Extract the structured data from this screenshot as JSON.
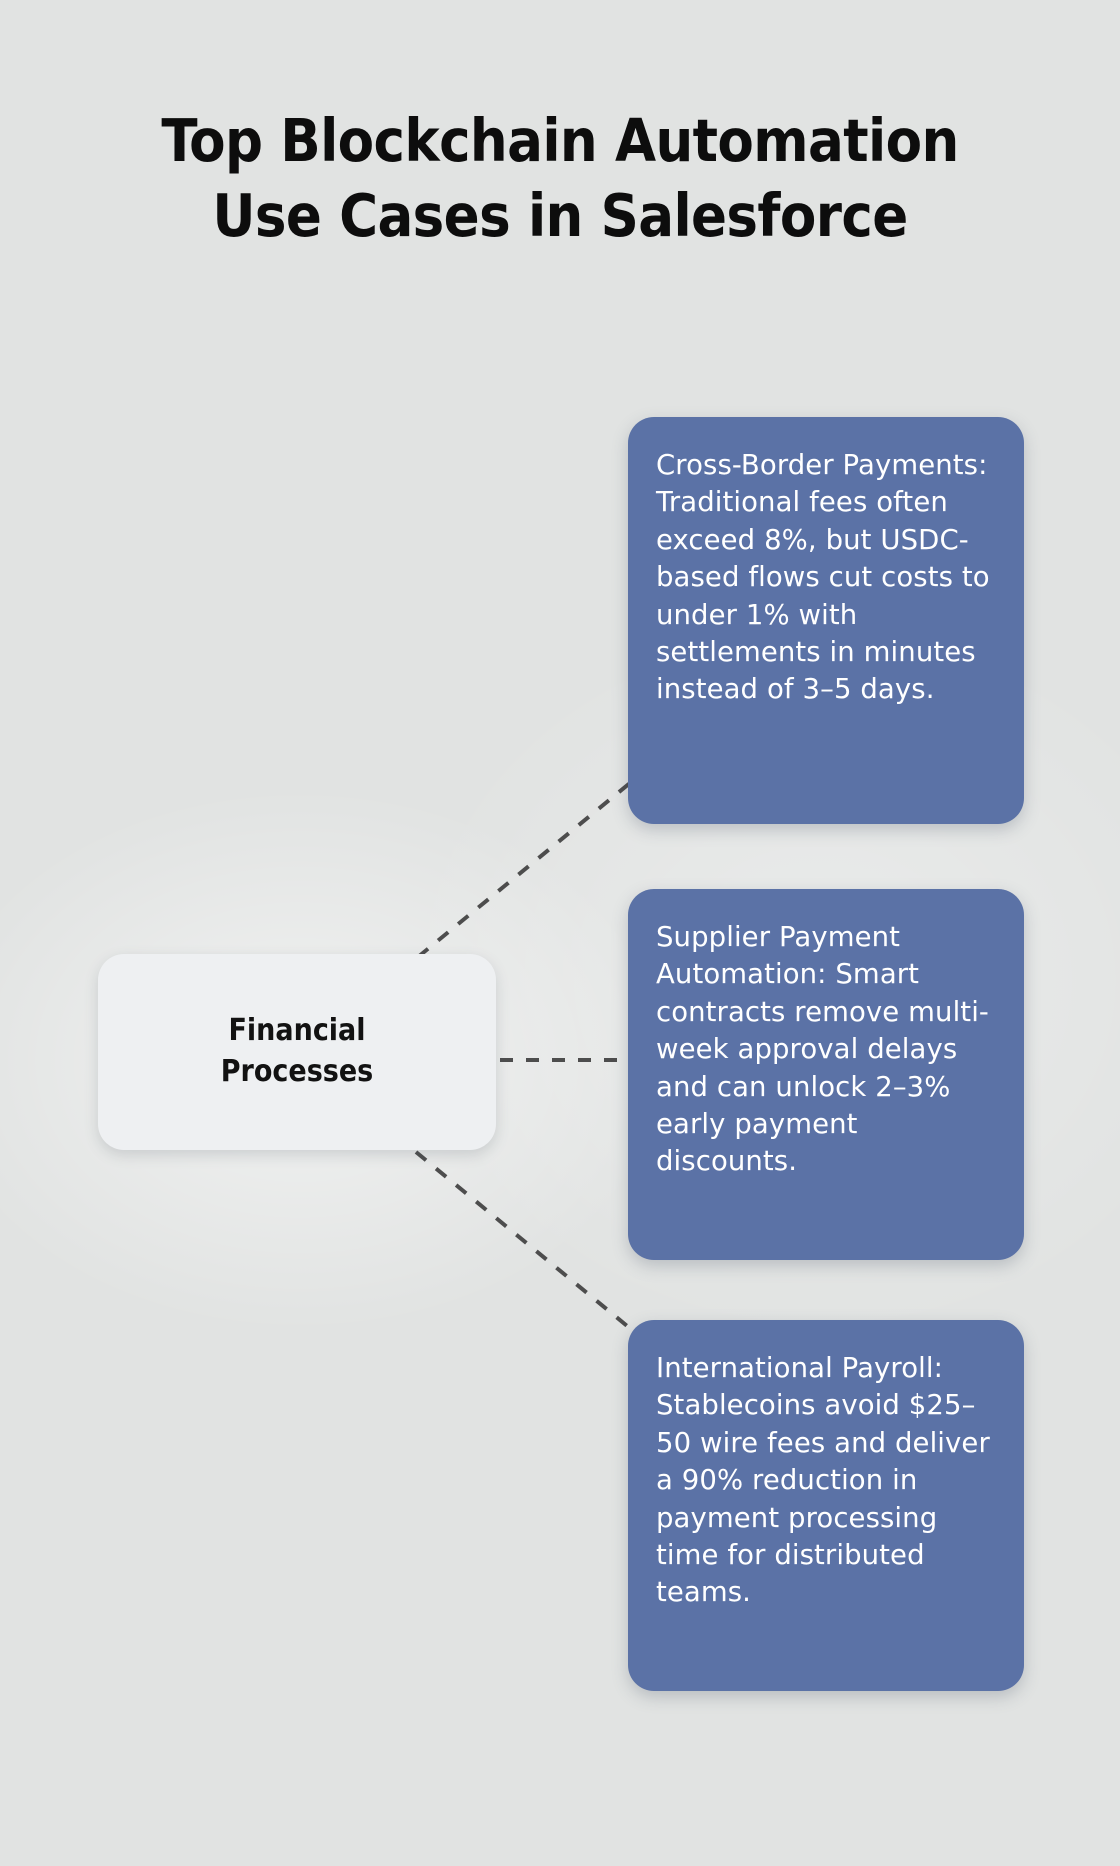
{
  "page": {
    "background_color": "#e1e3e2",
    "title_lines": [
      "Top Blockchain Automation",
      "Use Cases in Salesforce"
    ],
    "title_full": "Top Blockchain Automation Use Cases in Salesforce"
  },
  "center_node": {
    "label": "Financial\nProcesses",
    "background_color": "#eef0f2",
    "text_color": "#121212"
  },
  "branches": [
    {
      "id": "cross-border-payments",
      "text": "Cross-Border Payments: Traditional fees often exceed 8%, but USDC-based flows cut costs to under 1% with settlements in minutes instead of 3–5 days.",
      "background_color": "#5b72a6",
      "text_color": "#ffffff"
    },
    {
      "id": "supplier-payment-automation",
      "text": "Supplier Payment Automation: Smart contracts remove multi-week approval delays and can unlock 2–3% early payment discounts.",
      "background_color": "#5b72a6",
      "text_color": "#ffffff"
    },
    {
      "id": "international-payroll",
      "text": "International Payroll: Stablecoins avoid $25–50 wire fees and deliver a 90% reduction in payment processing time for distributed teams.",
      "background_color": "#5b72a6",
      "text_color": "#ffffff"
    }
  ],
  "connectors": {
    "style": "dashed",
    "color": "#4d4d4d",
    "width": 4,
    "count": 3
  }
}
